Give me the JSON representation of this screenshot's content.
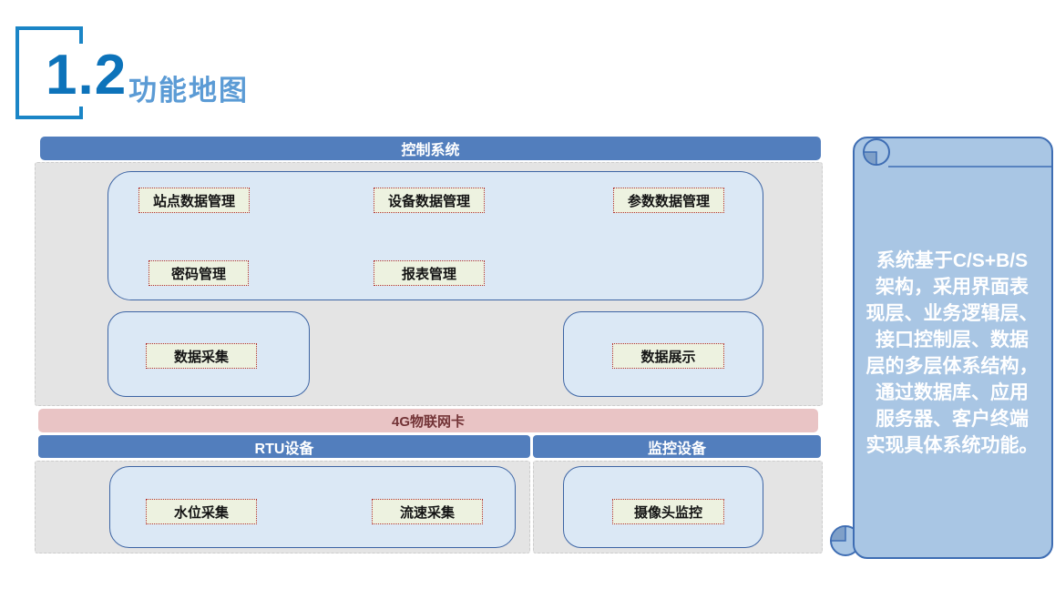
{
  "header": {
    "section_number": "1.2",
    "section_title": "功能地图"
  },
  "diagram": {
    "control_bar": "控制系统",
    "buttons": {
      "site_data": "站点数据管理",
      "device_data": "设备数据管理",
      "param_data": "参数数据管理",
      "password": "密码管理",
      "report": "报表管理",
      "data_collect": "数据采集",
      "data_display": "数据展示",
      "water_level": "水位采集",
      "flow_speed": "流速采集",
      "camera_monitor": "摄像头监控"
    },
    "network_bar": "4G物联网卡",
    "rtu_bar": "RTU设备",
    "monitor_bar": "监控设备"
  },
  "scroll_note": {
    "text": "系统基于C/S+B/S\n架构，采用界面表\n现层、业务逻辑层、\n接口控制层、数据\n层的多层体系结构，\n通过数据库、应用\n服务器、客户终端\n实现具体系统功能。"
  },
  "colors": {
    "accent_blue_bar": "#527ebd",
    "pink_bar": "#e9c4c5",
    "pink_bar_text": "#733437",
    "panel_gray": "#e4e4e4",
    "container_fill": "#dbe8f5",
    "container_border": "#3c64a4",
    "button_fill": "#edf2e0",
    "button_border": "#b03030",
    "scroll_fill": "#a9c6e4",
    "scroll_border": "#3e6db3",
    "scroll_curl_dark": "#7fa0c8",
    "title_number_blue": "#0d73ba",
    "title_text_blue": "#5b9bd5"
  }
}
